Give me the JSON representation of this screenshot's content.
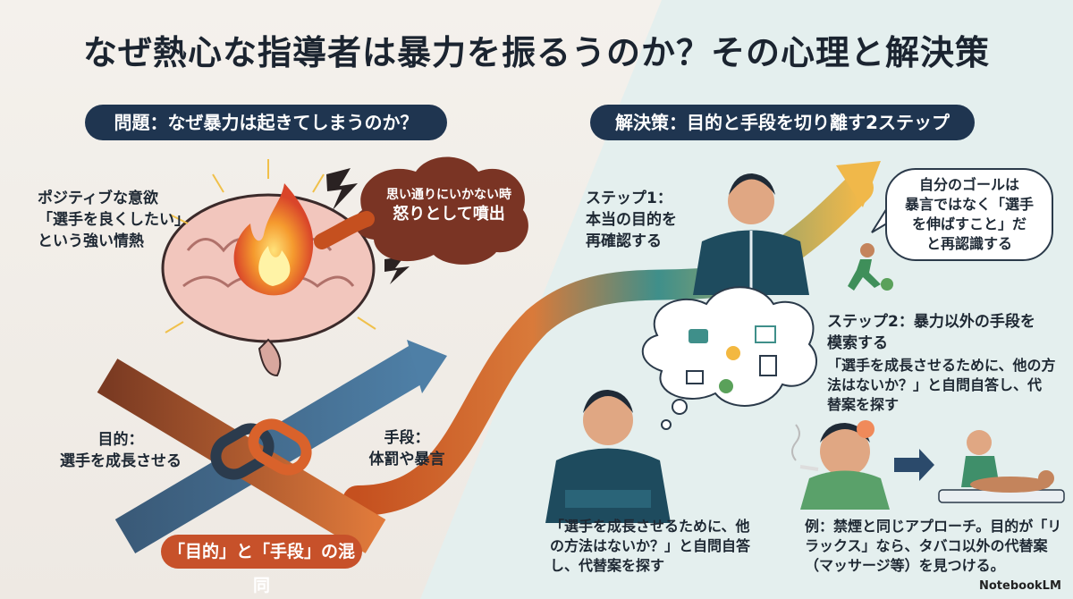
{
  "title": "なぜ熱心な指導者は暴力を振るうのか？その心理と解決策",
  "problem": {
    "heading": "問題：なぜ暴力は起きてしまうのか？",
    "motivation_lines": [
      "ポジティブな意欲",
      "「選手を良くしたい」",
      "という強い情熱"
    ],
    "cloud_lines": [
      "思い通りにいかない時",
      "怒りとして噴出"
    ],
    "goal_lines": [
      "目的：",
      "選手を成長させる"
    ],
    "means_lines": [
      "手段：",
      "体罰や暴言"
    ],
    "confusion_label": "「目的」と「手段」の混同"
  },
  "solution": {
    "heading": "解決策：目的と手段を切り離す2ステップ",
    "step1_lines": [
      "ステップ1：",
      "本当の目的を",
      "再確認する"
    ],
    "step1_bubble_lines": [
      "自分のゴールは",
      "暴言ではなく「選手",
      "を伸ばすこと」だ",
      "と再認識する"
    ],
    "step2_title_lines": [
      "ステップ2：暴力以外の手段を",
      "模索する"
    ],
    "step2_desc_lines": [
      "「選手を成長させるために、他の方",
      "法はないか？」と自問自答し、代",
      "替案を探す"
    ],
    "quote_lines": [
      "「選手を成長させるために、他",
      "の方法はないか？」と自問自答",
      "し、代替案を探す"
    ],
    "example_lines": [
      "例：禁煙と同じアプローチ。目的が「リ",
      "ラックス」なら、タバコ以外の代替案",
      "（マッサージ等）を見つける。"
    ]
  },
  "footer": {
    "logo_text": "NotebookLM"
  },
  "colors": {
    "navy": "#1f3550",
    "orange": "#d9622b",
    "teal": "#3f8f8a",
    "brown": "#7a3a22"
  },
  "icons": [
    "brain-icon",
    "flame-icon",
    "lightning-icon",
    "chain-link-icon",
    "coach-icon",
    "runner-icon",
    "thought-cloud-icon",
    "smoker-icon",
    "massage-icon"
  ]
}
